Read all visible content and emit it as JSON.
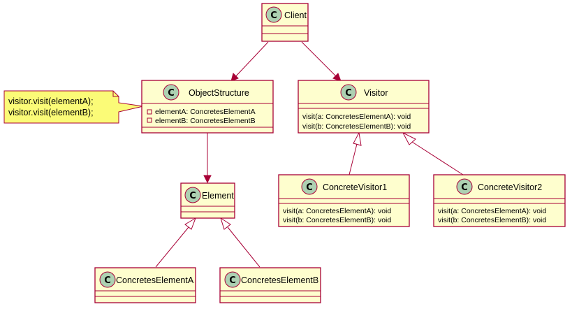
{
  "colors": {
    "class_fill": "#FEFECE",
    "class_border": "#A80036",
    "circle_fill": "#ADD1B2",
    "note_fill": "#FBFB77",
    "arrow": "#A80036"
  },
  "classes": {
    "client": {
      "stereotype": "C",
      "name": "Client",
      "members": []
    },
    "object_structure": {
      "stereotype": "C",
      "name": "ObjectStructure",
      "members": [
        {
          "visibility": "private",
          "text": "elementA: ConcretesElementA"
        },
        {
          "visibility": "private",
          "text": "elementB: ConcretesElementB"
        }
      ]
    },
    "visitor": {
      "stereotype": "C",
      "name": "Visitor",
      "members": [
        {
          "visibility": "none",
          "text": "visit(a: ConcretesElementA): void"
        },
        {
          "visibility": "none",
          "text": "visit(b: ConcretesElementB): void"
        }
      ]
    },
    "element": {
      "stereotype": "C",
      "name": "Element",
      "members": []
    },
    "concrete_visitor1": {
      "stereotype": "C",
      "name": "ConcreteVisitor1",
      "members": [
        {
          "visibility": "none",
          "text": "visit(a: ConcretesElementA): void"
        },
        {
          "visibility": "none",
          "text": "visit(b: ConcretesElementB): void"
        }
      ]
    },
    "concrete_visitor2": {
      "stereotype": "C",
      "name": "ConcreteVisitor2",
      "members": [
        {
          "visibility": "none",
          "text": "visit(a: ConcretesElementA): void"
        },
        {
          "visibility": "none",
          "text": "visit(b: ConcretesElementB): void"
        }
      ]
    },
    "concretes_element_a": {
      "stereotype": "C",
      "name": "ConcretesElementA",
      "members": []
    },
    "concretes_element_b": {
      "stereotype": "C",
      "name": "ConcretesElementB",
      "members": []
    }
  },
  "note": {
    "lines": [
      "visitor.visit(elementA);",
      "visitor.visit(elementB);"
    ]
  },
  "relations": [
    {
      "from": "client",
      "to": "object_structure",
      "kind": "association"
    },
    {
      "from": "client",
      "to": "visitor",
      "kind": "association"
    },
    {
      "from": "object_structure",
      "to": "element",
      "kind": "association"
    },
    {
      "from": "concrete_visitor1",
      "to": "visitor",
      "kind": "inheritance"
    },
    {
      "from": "concrete_visitor2",
      "to": "visitor",
      "kind": "inheritance"
    },
    {
      "from": "concretes_element_a",
      "to": "element",
      "kind": "inheritance"
    },
    {
      "from": "concretes_element_b",
      "to": "element",
      "kind": "inheritance"
    }
  ]
}
